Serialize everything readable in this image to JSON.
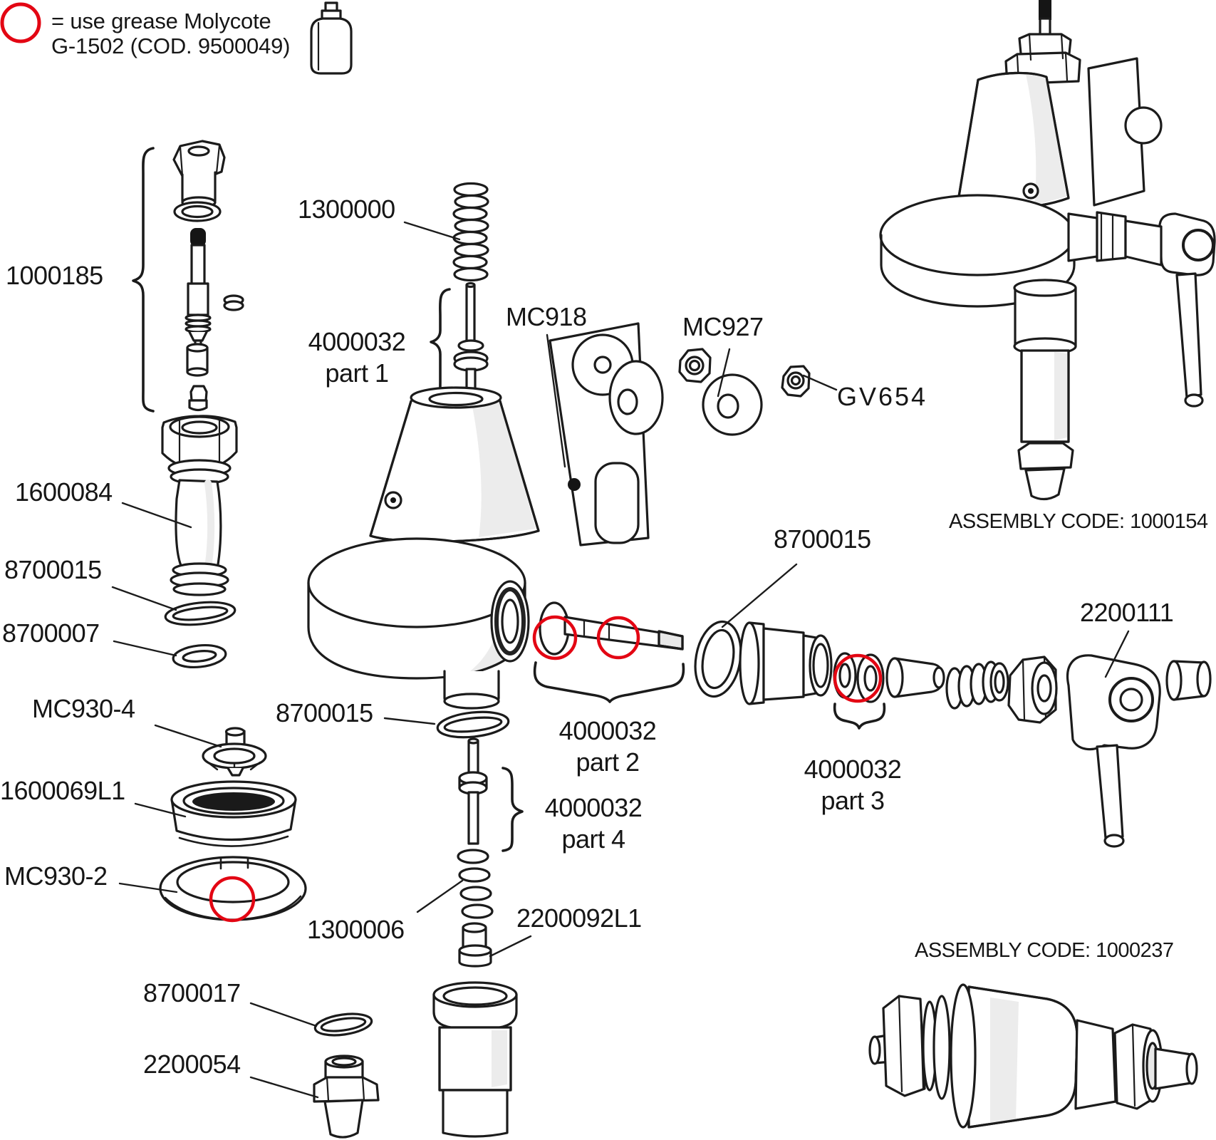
{
  "legend": {
    "line1": "= use grease Molycote",
    "line2": "G-1502 (COD. 9500049)"
  },
  "labels": {
    "group_1000185": "1000185",
    "spring_1300000": "1300000",
    "kit_part1_code": "4000032",
    "kit_part1_name": "part 1",
    "plate_mc918": "MC918",
    "washer_mc927": "MC927",
    "nut_gv654": "GV654",
    "sleeve_1600084": "1600084",
    "oring_8700015_left": "8700015",
    "oring_8700007": "8700007",
    "valve_mc930_4": "MC930-4",
    "cup_1600069l1": "1600069L1",
    "ring_mc930_2": "MC930-2",
    "oring_8700015_mid": "8700015",
    "oring_8700015_right": "8700015",
    "kit_part2_code": "4000032",
    "kit_part2_name": "part 2",
    "kit_part3_code": "4000032",
    "kit_part3_name": "part 3",
    "kit_part4_code": "4000032",
    "kit_part4_name": "part 4",
    "spring_1300006": "1300006",
    "bushing_2200092l1": "2200092L1",
    "washer_8700017": "8700017",
    "nozzle_2200054": "2200054",
    "lever_2200111": "2200111"
  },
  "assembly_codes": {
    "top": "ASSEMBLY CODE: 1000154",
    "bottom": "ASSEMBLY CODE: 1000237"
  },
  "colors": {
    "grease_marker_red": "#e30613",
    "line_black": "#1b1b1b"
  }
}
